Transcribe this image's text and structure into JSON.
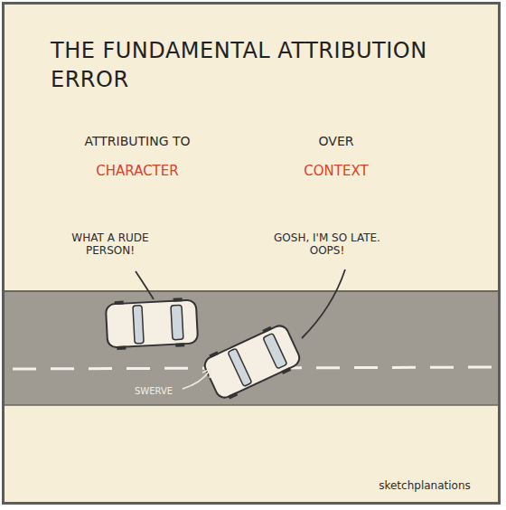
{
  "diagram": {
    "title": "THE FUNDAMENTAL ATTRIBUTION ERROR",
    "labels": [
      "ATTRIBUTING TO",
      "CHARACTER",
      "OVER",
      "CONTEXT",
      "WHAT A RUDE PERSON!",
      "GOSH, I'M SO LATE. OOPS!",
      "SWERVE",
      "sketchplanations"
    ]
  }
}
